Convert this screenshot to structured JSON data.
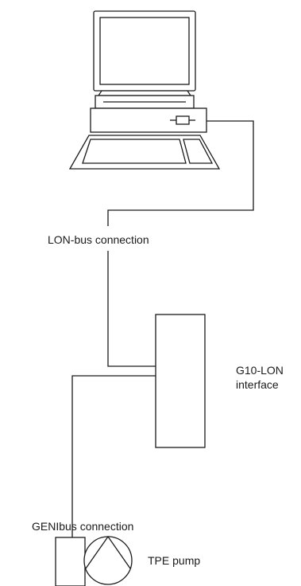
{
  "labels": {
    "lon_bus": "LON-bus connection",
    "interface_line1": "G10-LON",
    "interface_line2": "interface",
    "genibus": "GENIbus connection",
    "pump": "TPE pump"
  },
  "icons": {
    "computer": "computer-icon",
    "pump": "pump-icon"
  }
}
